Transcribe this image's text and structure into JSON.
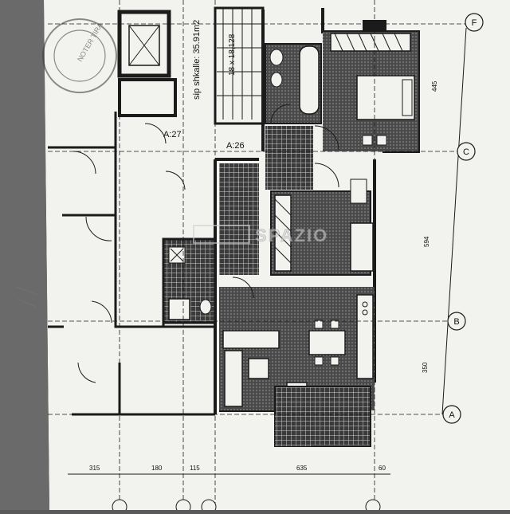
{
  "plan": {
    "area_label": "sip shkalle: 35.91m2",
    "stair_label": "18 x 18,128",
    "apt_a27": "A:27",
    "apt_a26": "A:26",
    "watermark_text": "SPAZIO",
    "stamp_text": "NOTER TIRA",
    "grid_labels": [
      "F",
      "C",
      "B",
      "A"
    ],
    "grid_dims": [
      "445",
      "594",
      "350"
    ],
    "bottom_dims": [
      "315",
      "180",
      "115",
      "635",
      "60"
    ]
  },
  "colors": {
    "paper": "#f2f2ee",
    "ink": "#1b1b1b",
    "hatch": "#555555",
    "background": "#5a5a5a"
  }
}
